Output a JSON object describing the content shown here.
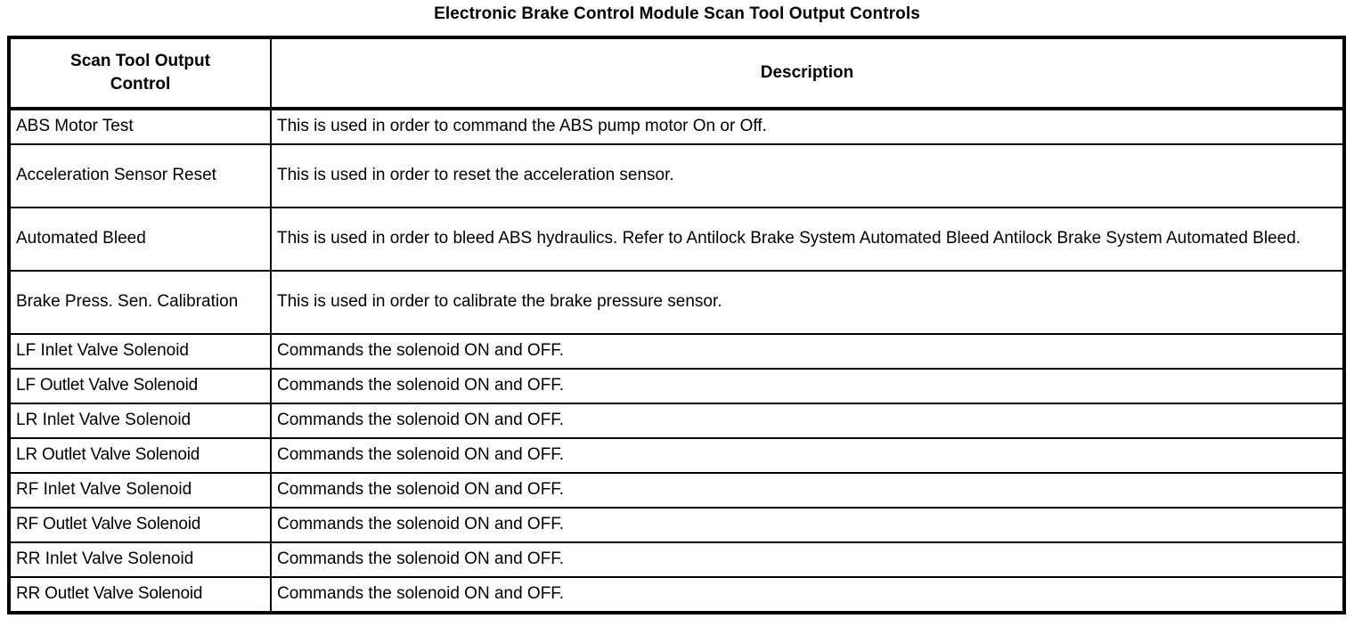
{
  "document": {
    "title": "Electronic Brake Control Module Scan Tool Output Controls"
  },
  "table": {
    "headers": {
      "control": "Scan Tool Output Control",
      "control_line1": "Scan Tool Output",
      "control_line2": "Control",
      "description": "Description"
    },
    "rows": [
      {
        "control": "ABS Motor Test",
        "description": "This is used in order to command the ABS pump motor On or Off."
      },
      {
        "control": "Acceleration Sensor Reset",
        "description": "This is used in order to reset the acceleration sensor."
      },
      {
        "control": "Automated Bleed",
        "description": "This is used in order to bleed ABS hydraulics. Refer to Antilock Brake System Automated Bleed Antilock Brake System Automated Bleed."
      },
      {
        "control": "Brake Press. Sen. Calibration",
        "description": "This is used in order to calibrate the brake pressure sensor."
      },
      {
        "control": "LF Inlet Valve Solenoid",
        "description": "Commands the solenoid ON and OFF."
      },
      {
        "control": "LF Outlet Valve Solenoid",
        "description": "Commands the solenoid ON and OFF."
      },
      {
        "control": "LR Inlet Valve Solenoid",
        "description": "Commands the solenoid ON and OFF."
      },
      {
        "control": "LR Outlet Valve Solenoid",
        "description": "Commands the solenoid ON and OFF."
      },
      {
        "control": "RF Inlet Valve Solenoid",
        "description": "Commands the solenoid ON and OFF."
      },
      {
        "control": "RF Outlet Valve Solenoid",
        "description": "Commands the solenoid ON and OFF."
      },
      {
        "control": "RR Inlet Valve Solenoid",
        "description": "Commands the solenoid ON and OFF."
      },
      {
        "control": "RR Outlet Valve Solenoid",
        "description": "Commands the solenoid ON and OFF."
      }
    ]
  },
  "style": {
    "text_color": "#000000",
    "background_color": "#ffffff",
    "border_color": "#000000"
  }
}
